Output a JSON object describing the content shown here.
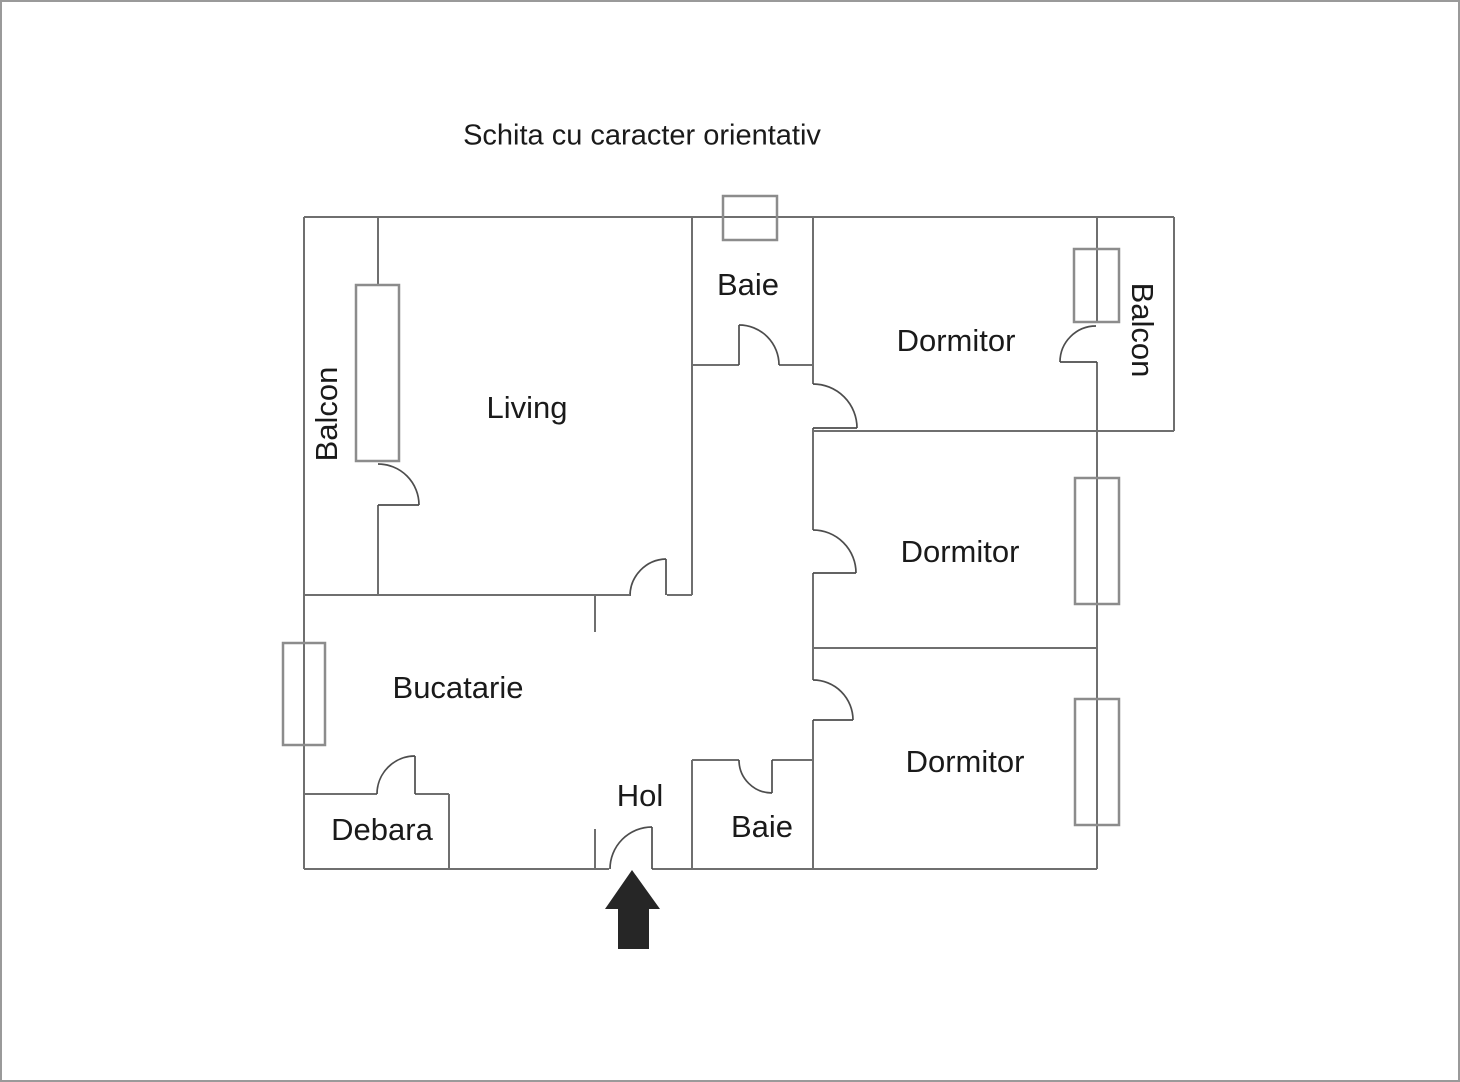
{
  "title": "Schita cu caracter orientativ",
  "rooms": {
    "balcon_left": "Balcon",
    "living": "Living",
    "baie_top": "Baie",
    "dormitor_top": "Dormitor",
    "balcon_right": "Balcon",
    "dormitor_mid": "Dormitor",
    "bucatarie": "Bucatarie",
    "debara": "Debara",
    "hol": "Hol",
    "baie_bottom": "Baie",
    "dormitor_bottom": "Dormitor"
  },
  "entrance": {
    "indicator": "arrow-up"
  },
  "colors": {
    "wall": "#6f6f6f",
    "window": "#8c8c8c",
    "door": "#4d4d4d",
    "text": "#1a1a1a",
    "arrow": "#262626",
    "canvas_border": "#9a9a9a",
    "background": "#ffffff"
  }
}
